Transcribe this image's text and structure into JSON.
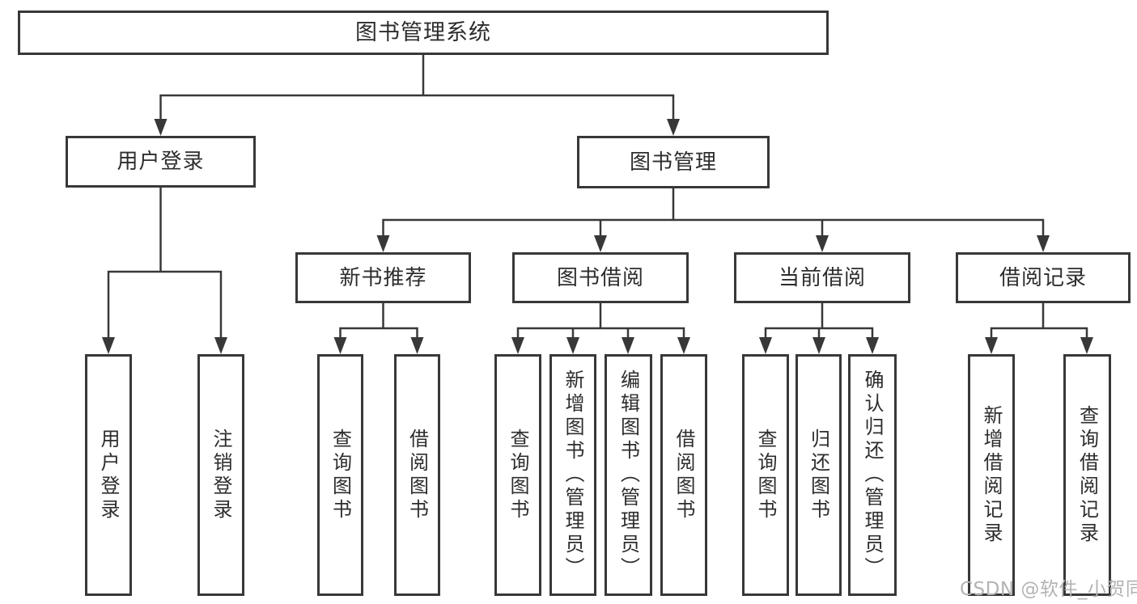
{
  "tree": {
    "root": {
      "label": "图书管理系统",
      "children": [
        {
          "label": "用户登录",
          "children": [
            {
              "label": "用户登录"
            },
            {
              "label": "注销登录"
            }
          ]
        },
        {
          "label": "图书管理",
          "children": [
            {
              "label": "新书推荐",
              "children": [
                {
                  "label": "查询图书"
                },
                {
                  "label": "借阅图书"
                }
              ]
            },
            {
              "label": "图书借阅",
              "children": [
                {
                  "label": "查询图书"
                },
                {
                  "label": "新增图书（管理员）"
                },
                {
                  "label": "编辑图书（管理员）"
                },
                {
                  "label": "借阅图书"
                }
              ]
            },
            {
              "label": "当前借阅",
              "children": [
                {
                  "label": "查询图书"
                },
                {
                  "label": "归还图书"
                },
                {
                  "label": "确认归还（管理员）"
                }
              ]
            },
            {
              "label": "借阅记录",
              "children": [
                {
                  "label": "新增借阅记录"
                },
                {
                  "label": "查询借阅记录"
                }
              ]
            }
          ]
        }
      ]
    }
  },
  "watermark": "CSDN @软件_小贺同学",
  "colors": {
    "line": "#383838",
    "text": "#2d2d2d",
    "watermark": "#b3b3b3",
    "background": "#ffffff"
  }
}
